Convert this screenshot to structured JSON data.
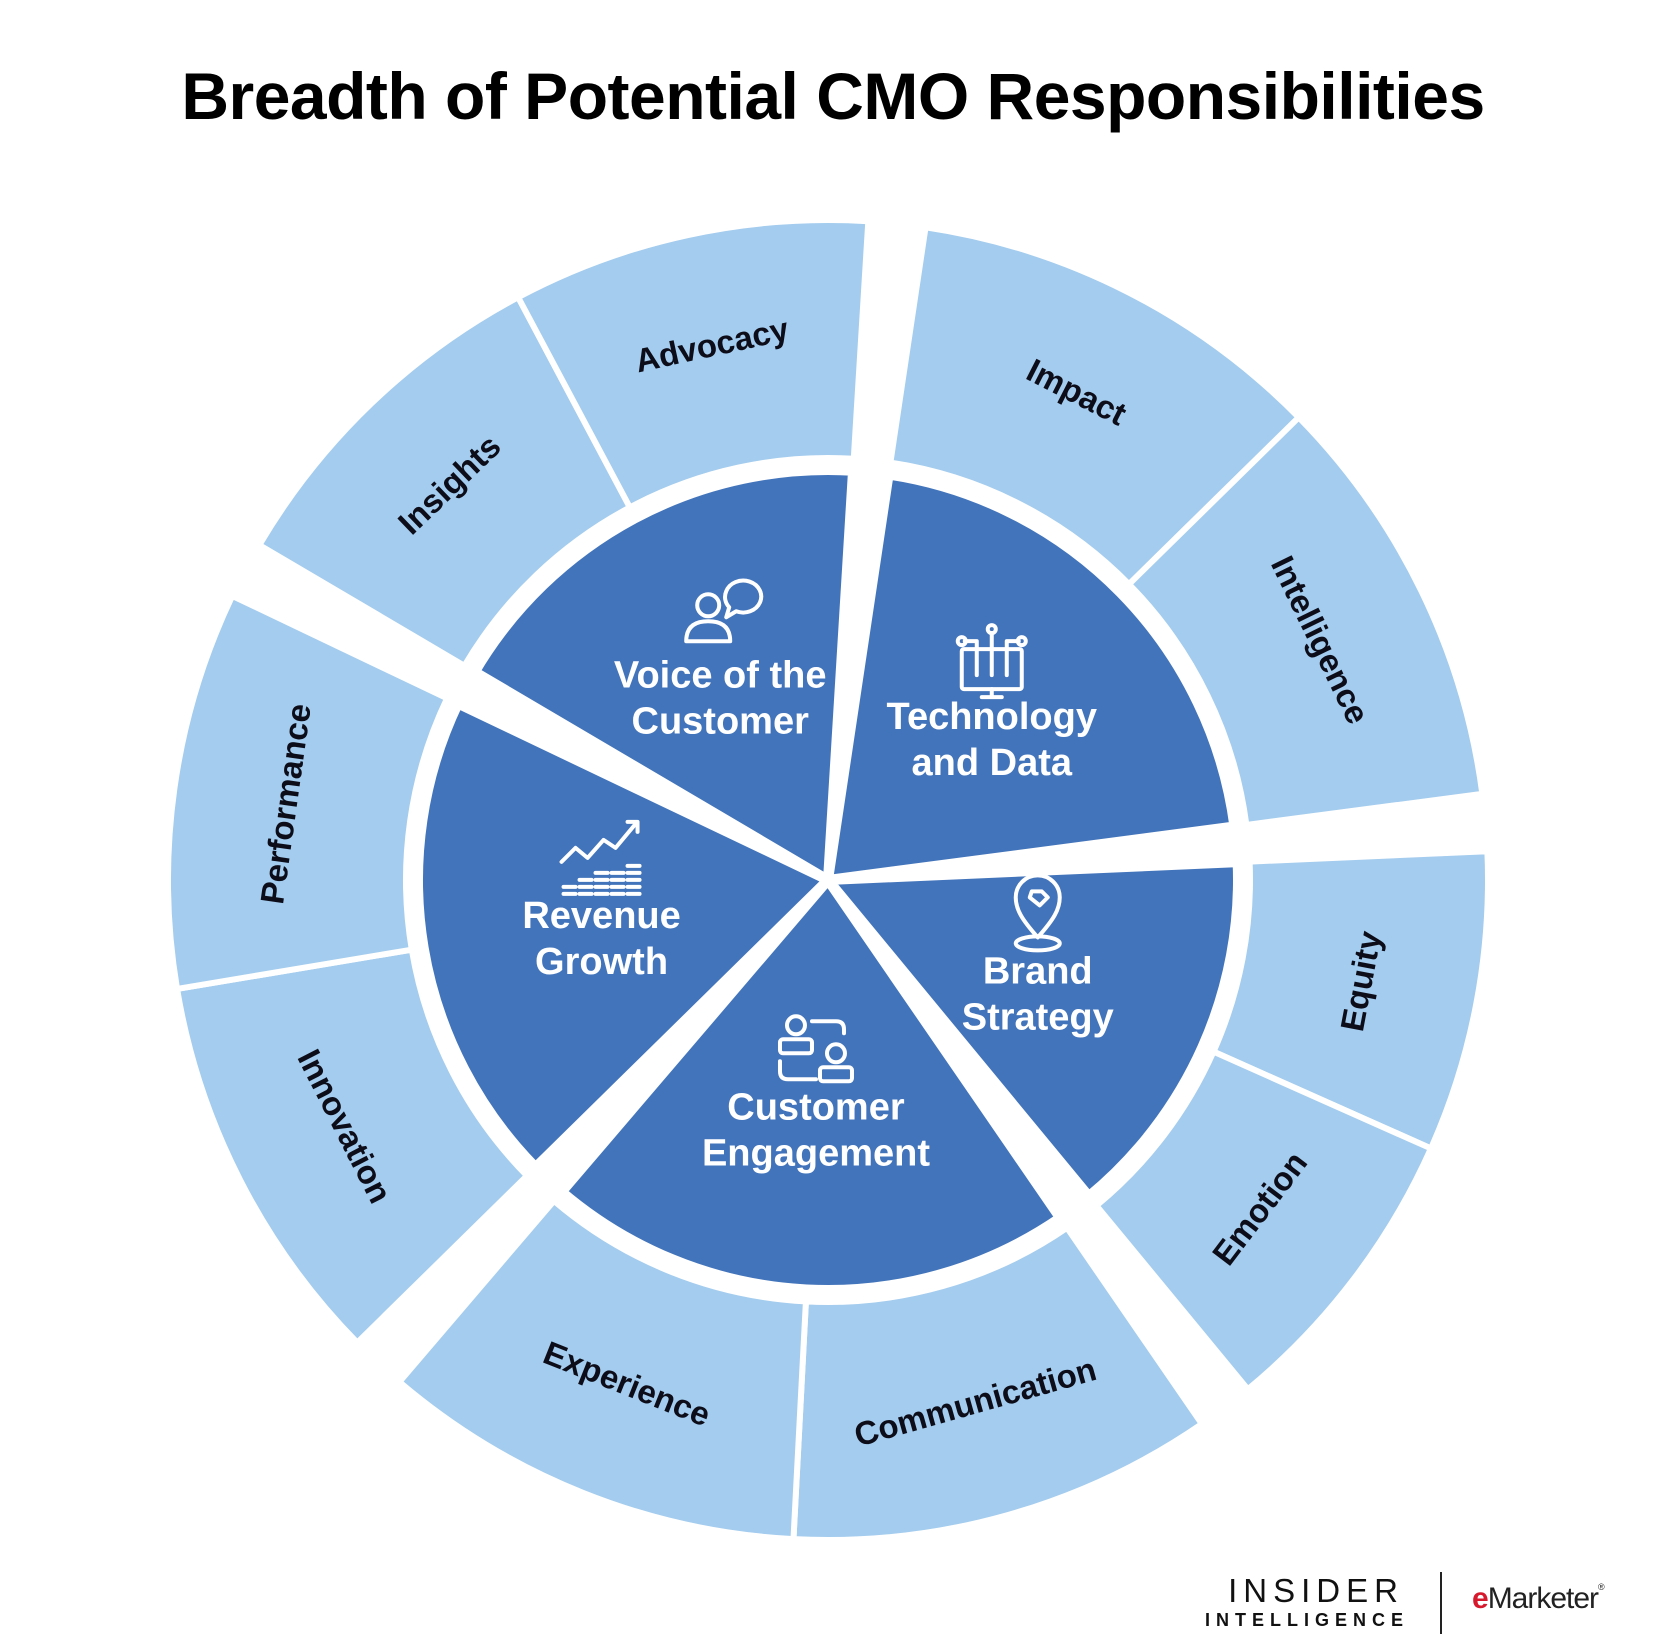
{
  "title": "Breadth of Potential CMO Responsibilities",
  "colors": {
    "inner": "#4274bb",
    "outer": "#a3ccee",
    "separator": "#ffffff",
    "outer_text": "#0d0d1a",
    "inner_text": "#ffffff",
    "brand_red": "#d7192d"
  },
  "segments": [
    {
      "inner_lines": [
        "Voice of the",
        "Customer"
      ],
      "icon": "people-chat-icon",
      "outer": [
        "Insights",
        "Advocacy"
      ]
    },
    {
      "inner_lines": [
        "Technology",
        "and Data"
      ],
      "icon": "computer-circuit-icon",
      "outer": [
        "Impact",
        "Intelligence"
      ]
    },
    {
      "inner_lines": [
        "Brand",
        "Strategy"
      ],
      "icon": "location-tag-icon",
      "outer": [
        "Equity",
        "Emotion"
      ]
    },
    {
      "inner_lines": [
        "Customer",
        "Engagement"
      ],
      "icon": "people-connect-icon",
      "outer": [
        "Experience",
        "Communication"
      ]
    },
    {
      "inner_lines": [
        "Revenue",
        "Growth"
      ],
      "icon": "growth-chart-icon",
      "outer": [
        "Innovation",
        "Performance"
      ]
    }
  ],
  "footer": {
    "brand_top": "INSIDER",
    "brand_bottom": "INTELLIGENCE",
    "emarketer_e": "e",
    "emarketer_rest": "Marketer",
    "emarketer_reg": "®"
  }
}
